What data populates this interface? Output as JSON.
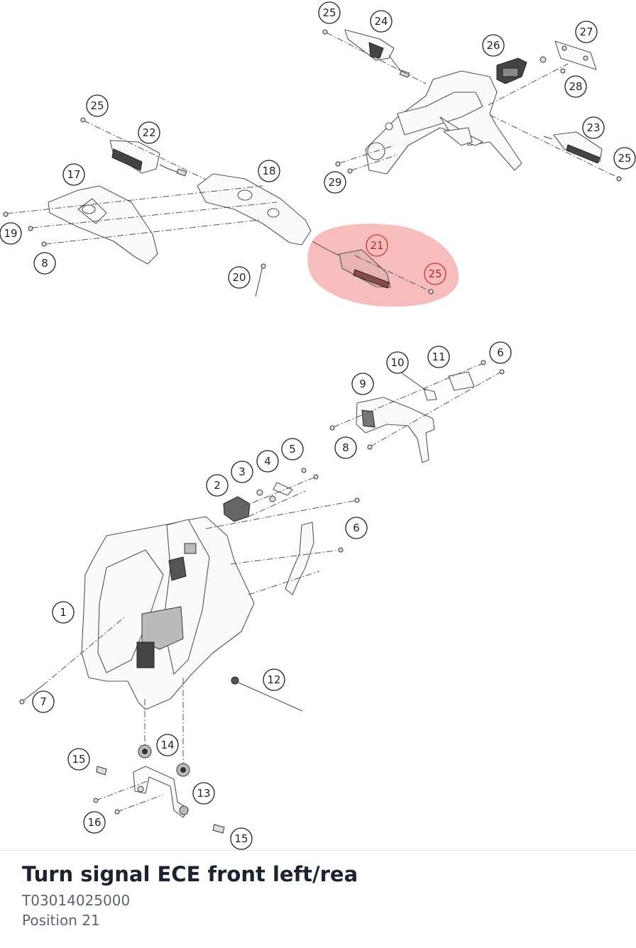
{
  "diagram": {
    "callouts": [
      "1",
      "2",
      "3",
      "4",
      "5",
      "6",
      "7",
      "8",
      "9",
      "10",
      "11",
      "12",
      "13",
      "14",
      "15",
      "16",
      "17",
      "18",
      "19",
      "20",
      "21",
      "22",
      "23",
      "24",
      "25",
      "26",
      "27",
      "28",
      "29"
    ],
    "highlighted": [
      "21",
      "25"
    ],
    "highlight_color": "#f4a6a6"
  },
  "part": {
    "name": "Turn signal ECE front left/rea",
    "number": "T03014025000",
    "position": "Position 21"
  }
}
